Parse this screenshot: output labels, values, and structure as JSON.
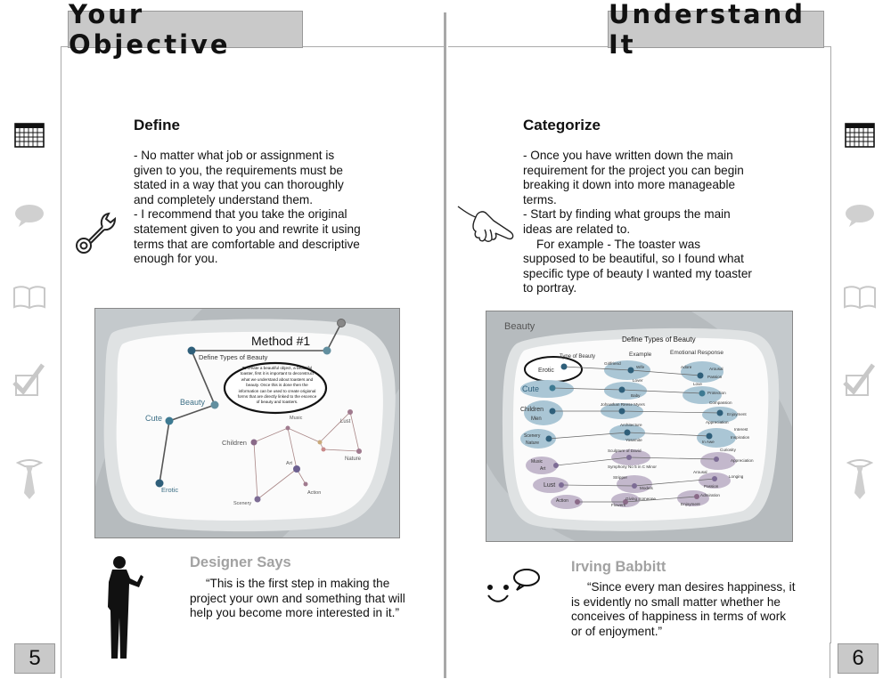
{
  "left_page": {
    "header": "Your Objective",
    "page_number": "5",
    "section_heading": "Define",
    "paragraphs": [
      "- No matter what job or assignment is given to you, the requirements must be stated in a way that you can thoroughly and completely understand them.",
      "- I recommend that you take the original statement given to you and rewrite it using terms that are comfortable and descriptive enough for you."
    ],
    "figure": {
      "title": "Method #1",
      "define_label": "Define Types of Beauty",
      "hub_label": "Beauty",
      "note": "To create a beautiful object, a beautiful toaster, first it is important to deconstruct what we understand about toasters and beauty. Once this is done then the information can be used to create origional forms that are directly linked to the escence of beauty and toasters.",
      "nodes": [
        "Cute",
        "Erotic",
        "Children",
        "Scenery",
        "Art",
        "Action",
        "Music",
        "Lust",
        "Nature"
      ]
    },
    "quote_title": "Designer Says",
    "quote": "“This is the first step in making the project your own and something that will help you become more interested in it.”"
  },
  "right_page": {
    "header": "Understand It",
    "page_number": "6",
    "section_heading": "Categorize",
    "paragraphs": [
      "- Once you have written down the main requirement for the project you can begin breaking it down into more manageable terms.",
      "- Start by finding what groups the main ideas are related to.",
      "For example -  The toaster was supposed to be beautiful, so I found what specific type of beauty I wanted my toaster to portray."
    ],
    "figure": {
      "corner_label": "Beauty",
      "title": "Define Types of Beauty",
      "col_type": "Type of Beauty",
      "col_example": "Example",
      "col_emotion": "Emotional Response",
      "types": [
        "Erotic",
        "Cute",
        "Children",
        "Men",
        "Scenery",
        "Nature",
        "Music",
        "Art",
        "Lust",
        "Action"
      ],
      "examples": [
        "Girlfriend",
        "Wife",
        "Lover",
        "Baby",
        "Johnathan Reese Myers",
        "Architecture",
        "Yosemite",
        "Sculpture of David",
        "Symphony No 5 in C Minor",
        "Stripper",
        "Models",
        "Giving Someone",
        "Flowers"
      ],
      "emotions": [
        "Adore",
        "Arousal",
        "Passion",
        "Love",
        "Protection",
        "Compassion",
        "Enjoyment",
        "Appreciation",
        "Interest",
        "In Awe",
        "Inspiration",
        "Curiosity",
        "Appreciation",
        "Arousal",
        "Longing",
        "Passion",
        "Admiration",
        "Enjoyment"
      ]
    },
    "quote_title": "Irving Babbitt",
    "quote": "“Since every man desires happiness, it is evidently no small matter whether he conceives of happiness in terms of work or of enjoyment.”"
  },
  "side_icons": [
    "calendar-icon",
    "speech-bubble-icon",
    "open-book-icon",
    "checkmark-icon",
    "necktie-icon"
  ],
  "colors": {
    "header_bg": "#c9c9c9",
    "icon_gray": "#d0d0d0",
    "quote_title": "#a2a2a2",
    "node_teal": "#3d7a92",
    "node_purple": "#7d6c95",
    "node_rose": "#a07a8e",
    "bubble_blue": "#aac6d5",
    "bubble_purple": "#c3b8cc"
  }
}
